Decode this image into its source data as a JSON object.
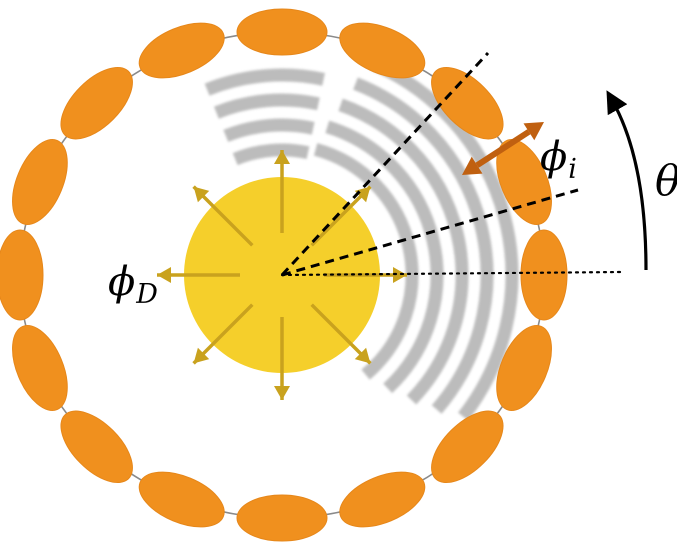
{
  "diagram": {
    "labels": {
      "source_symbol": "ϕ",
      "source_subscript": "D",
      "bead_symbol": "ϕ",
      "bead_subscript": "i",
      "angle_symbol": "θ"
    },
    "ring": {
      "bead_count": 16,
      "bead_color": "#F0901E",
      "link_color": "#8a8a8a"
    },
    "source": {
      "color": "#F5CF2B",
      "emission_arrow_count": 8,
      "emission_arrow_color": "#C9A21E"
    },
    "bead_orientation_arrow_color": "#C06010",
    "wavefront_color": "#B9B9B9"
  }
}
